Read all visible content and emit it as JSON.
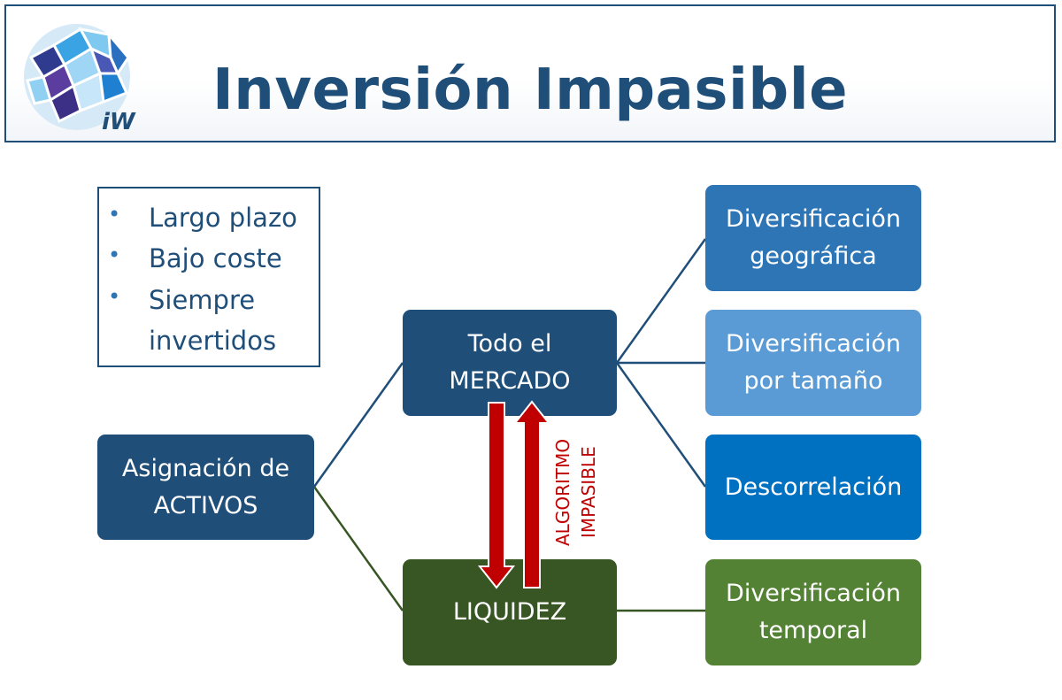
{
  "header": {
    "title": "Inversión Impasible",
    "logo_text": "iW"
  },
  "bullets": [
    "Largo plazo",
    "Bajo coste",
    "Siempre invertidos"
  ],
  "nodes": {
    "asignacion": "Asignación de ACTIVOS",
    "mercado": "Todo el MERCADO",
    "liquidez": "LIQUIDEZ",
    "geografica": "Diversificación geográfica",
    "tamano": "Diversificación por tamaño",
    "descorrelacion": "Descorrelación",
    "temporal": "Diversificación temporal"
  },
  "algorithm_label": "ALGORITMO IMPASIBLE",
  "colors": {
    "navy": "#1f4e79",
    "blue": "#2e75b6",
    "light_blue": "#5b9bd5",
    "bright_blue": "#0070c0",
    "dark_green": "#375623",
    "green": "#548235",
    "red": "#c00000"
  }
}
